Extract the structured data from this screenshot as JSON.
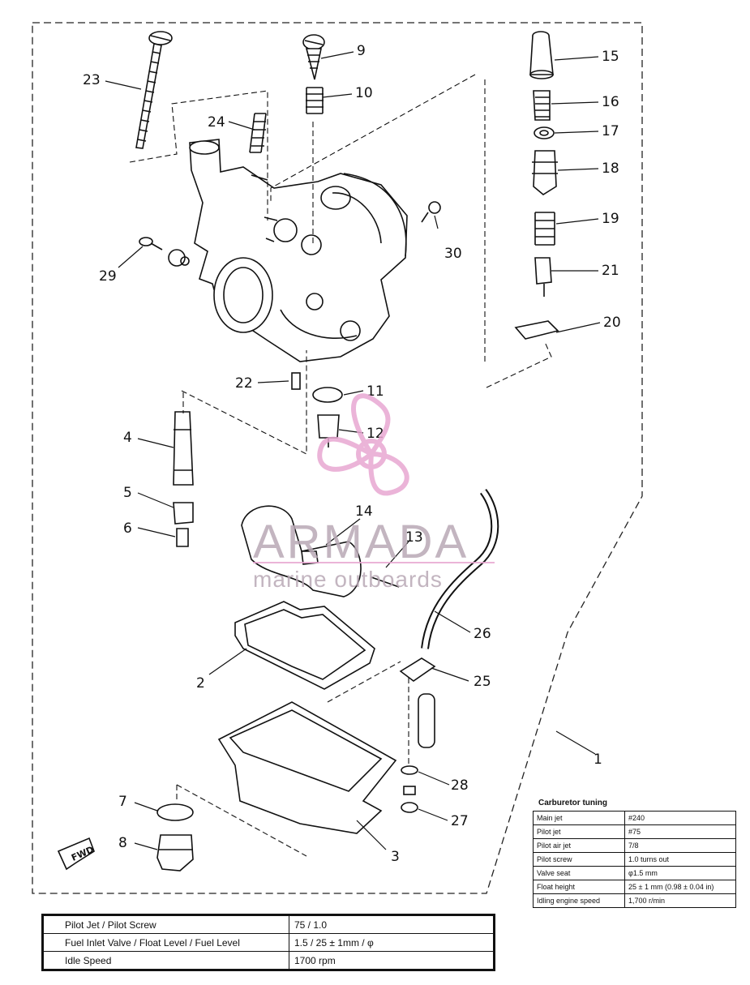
{
  "callouts": [
    {
      "id": "1",
      "label": "1"
    },
    {
      "id": "2",
      "label": "2"
    },
    {
      "id": "3",
      "label": "3"
    },
    {
      "id": "4",
      "label": "4"
    },
    {
      "id": "5",
      "label": "5"
    },
    {
      "id": "6",
      "label": "6"
    },
    {
      "id": "7",
      "label": "7"
    },
    {
      "id": "8",
      "label": "8"
    },
    {
      "id": "9",
      "label": "9"
    },
    {
      "id": "10",
      "label": "10"
    },
    {
      "id": "11",
      "label": "11"
    },
    {
      "id": "12",
      "label": "12"
    },
    {
      "id": "13",
      "label": "13"
    },
    {
      "id": "14",
      "label": "14"
    },
    {
      "id": "15",
      "label": "15"
    },
    {
      "id": "16",
      "label": "16"
    },
    {
      "id": "17",
      "label": "17"
    },
    {
      "id": "18",
      "label": "18"
    },
    {
      "id": "19",
      "label": "19"
    },
    {
      "id": "20",
      "label": "20"
    },
    {
      "id": "21",
      "label": "21"
    },
    {
      "id": "22",
      "label": "22"
    },
    {
      "id": "23",
      "label": "23"
    },
    {
      "id": "24",
      "label": "24"
    },
    {
      "id": "25",
      "label": "25"
    },
    {
      "id": "26",
      "label": "26"
    },
    {
      "id": "27",
      "label": "27"
    },
    {
      "id": "28",
      "label": "28"
    },
    {
      "id": "29",
      "label": "29"
    },
    {
      "id": "30",
      "label": "30"
    }
  ],
  "fwd_label": "FWD",
  "watermark": {
    "brand": "ARMADA",
    "tagline": "marine outboards",
    "color": "#e8a7d2"
  },
  "tuning_table": {
    "title": "Carburetor tuning",
    "rows": [
      {
        "label": "Main jet",
        "value": "#240"
      },
      {
        "label": "Pilot jet",
        "value": "#75"
      },
      {
        "label": "Pilot air jet",
        "value": "7/8"
      },
      {
        "label": "Pilot screw",
        "value": "1.0 turns out"
      },
      {
        "label": "Valve seat",
        "value": "φ1.5 mm"
      },
      {
        "label": "Float height",
        "value": "25 ± 1 mm (0.98 ± 0.04 in)"
      },
      {
        "label": "Idling engine speed",
        "value": "1,700 r/min"
      }
    ]
  },
  "summary_table": {
    "rows": [
      {
        "label": "Pilot Jet / Pilot Screw",
        "value": "75 / 1.0"
      },
      {
        "label": "Fuel Inlet Valve / Float Level / Fuel Level",
        "value": "1.5 / 25 ± 1mm / φ"
      },
      {
        "label": "Idle Speed",
        "value": "1700 rpm"
      }
    ]
  }
}
